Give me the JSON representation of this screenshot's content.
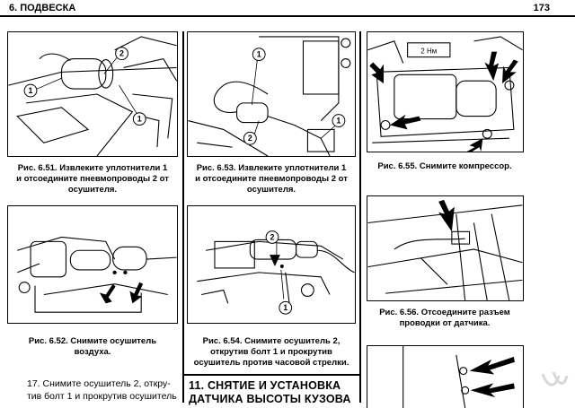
{
  "header": {
    "section": "6. ПОДВЕСКА",
    "page": "173"
  },
  "figures": {
    "f651": {
      "callouts": [
        "2",
        "1",
        "1"
      ],
      "caption": [
        "Рис. 6.51. Извлеките уплотнители 1",
        "и отсоедините пневмопроводы 2 от",
        "осушителя."
      ]
    },
    "f652": {
      "caption": [
        "Рис. 6.52. Снимите осушитель",
        "воздуха."
      ]
    },
    "f653": {
      "callouts": [
        "1",
        "2",
        "1"
      ],
      "caption": [
        "Рис. 6.53. Извлеките уплотнители 1",
        "и отсоедините пневмопроводы 2 от",
        "осушителя."
      ]
    },
    "f654": {
      "callouts": [
        "2",
        "1"
      ],
      "caption": [
        "Рис. 6.54. Снимите осушитель 2,",
        "открутив болт 1 и прокрутив",
        "осушитель против часовой стрелки."
      ]
    },
    "f655": {
      "label": "2 Нм",
      "caption": [
        "Рис. 6.55. Снимите компрессор."
      ]
    },
    "f656": {
      "caption": [
        "Рис. 6.56. Отсоедините разъем",
        "проводки от датчика."
      ]
    }
  },
  "paragraph": {
    "line1": "17. Снимите осушитель 2, откру-",
    "line2": "тив болт 1 и прокрутив осушитель"
  },
  "section_title": {
    "line1": "11. СНЯТИЕ И УСТАНОВКА",
    "line2": "ДАТЧИКА ВЫСОТЫ КУЗОВА"
  }
}
